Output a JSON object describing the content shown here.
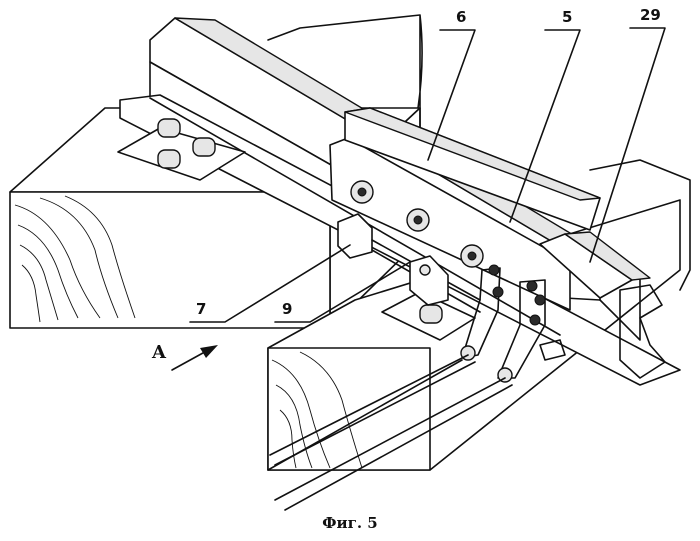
{
  "labels": {
    "l6": "6",
    "l5": "5",
    "l29": "29",
    "l7": "7",
    "l9": "9",
    "lA": "A"
  },
  "caption": "Фиг. 5"
}
